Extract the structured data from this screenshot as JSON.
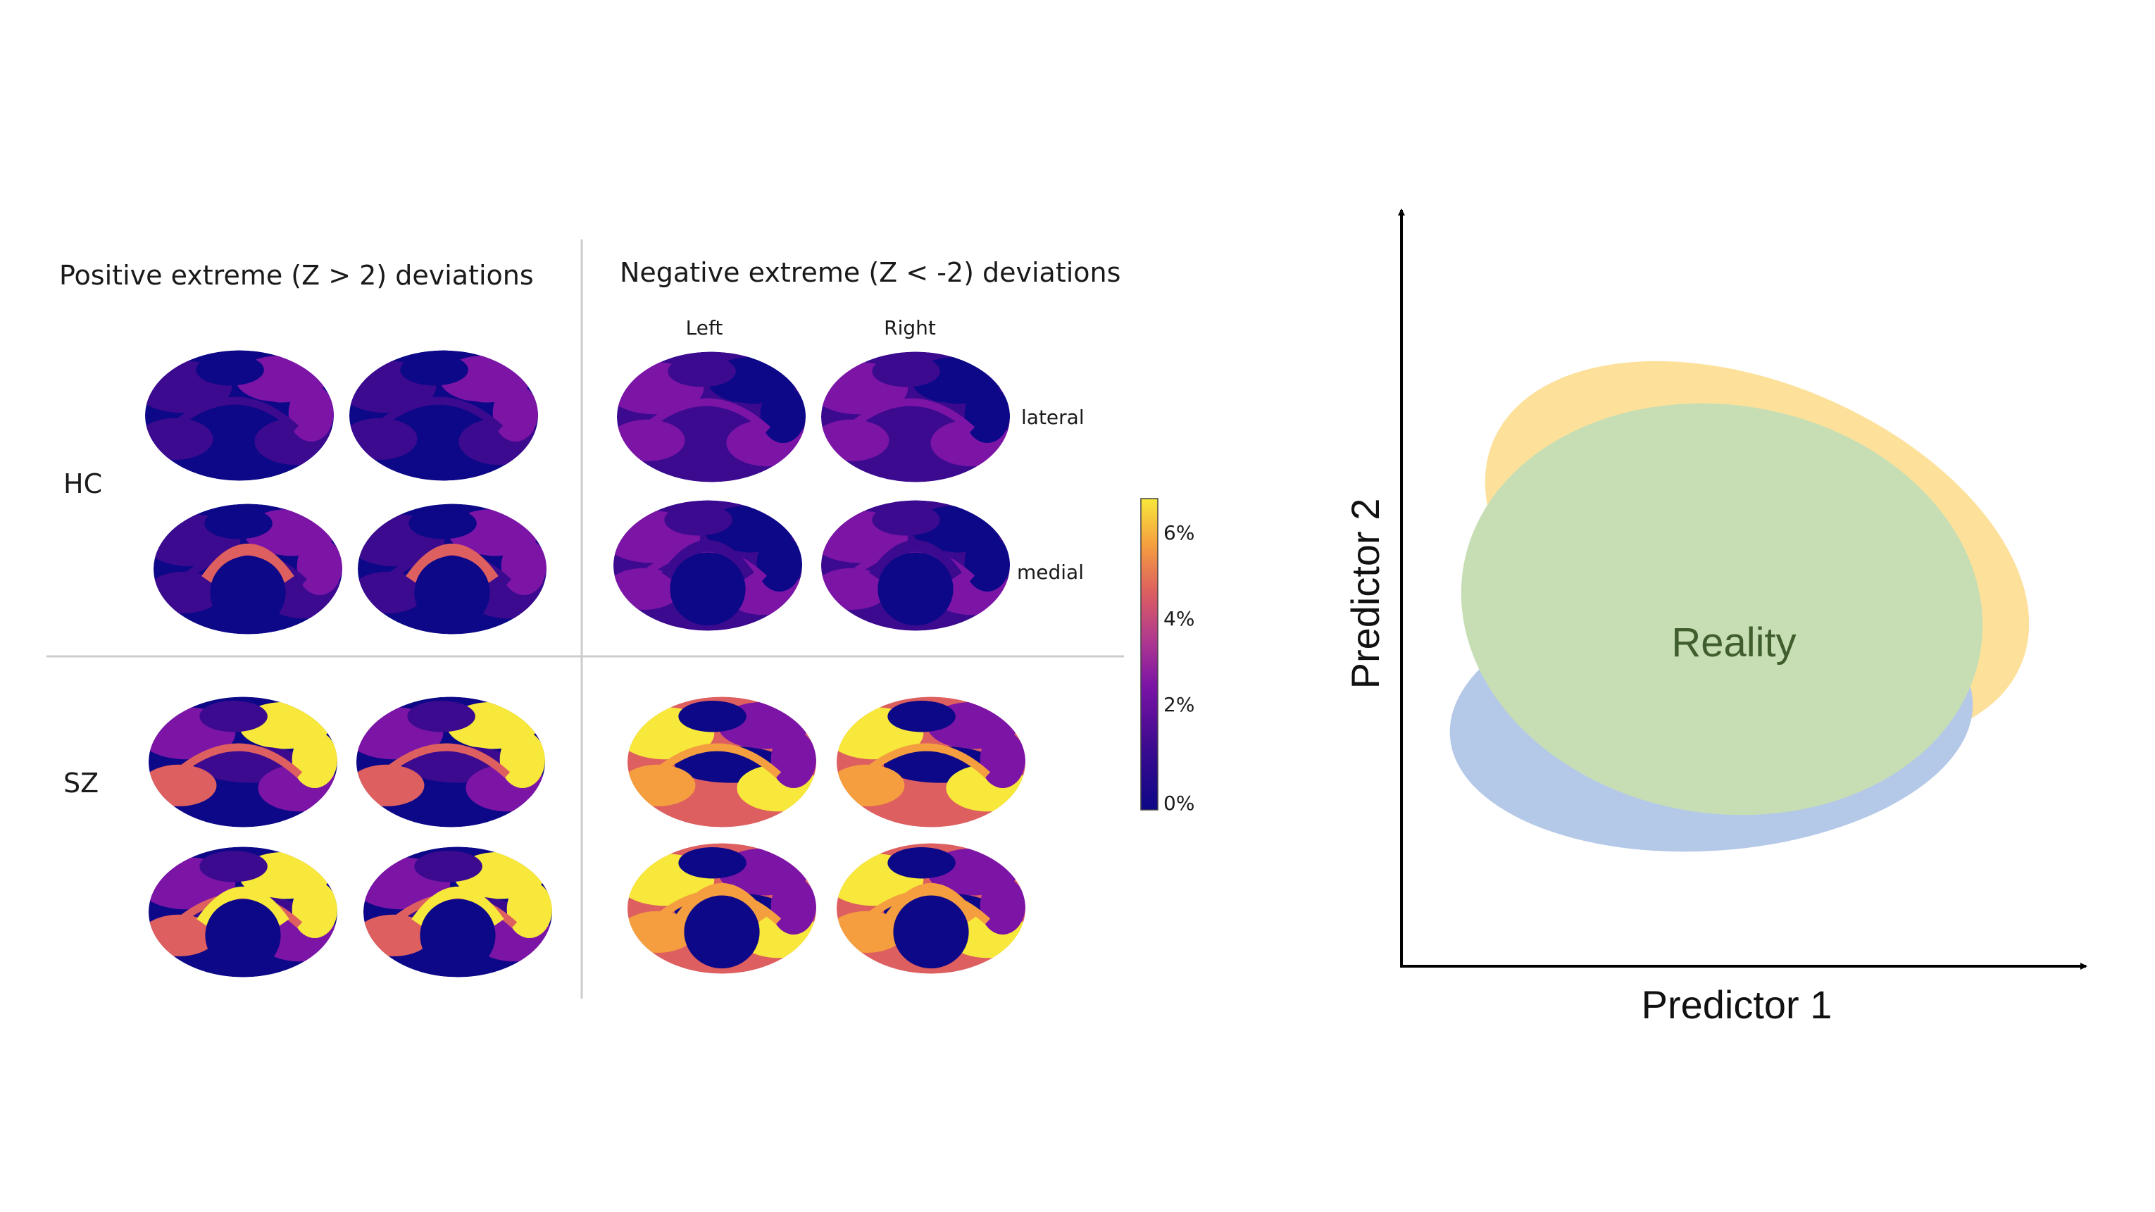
{
  "left_figure": {
    "col_titles": [
      "Positive extreme (Z > 2) deviations",
      "Negative extreme (Z < -2) deviations"
    ],
    "hemisphere_labels": [
      "Left",
      "Right"
    ],
    "view_labels": [
      "lateral",
      "medial"
    ],
    "group_labels": [
      "HC",
      "SZ"
    ],
    "colorbar": {
      "ticks": [
        "6%",
        "4%",
        "2%",
        "0%"
      ],
      "colors": [
        "#f7e83b",
        "#f59e3f",
        "#dd5f60",
        "#b13a8d",
        "#7c14a6",
        "#3b0a8f",
        "#0d0887"
      ]
    }
  },
  "right_figure": {
    "x_label": "Predictor 1",
    "y_label": "Predictor 2",
    "ellipse_label": "Reality",
    "colors": {
      "yellow": "#fde19a",
      "blue": "#b4c8e8",
      "green": "#c7deb4",
      "label": "#3f5d2d"
    }
  }
}
